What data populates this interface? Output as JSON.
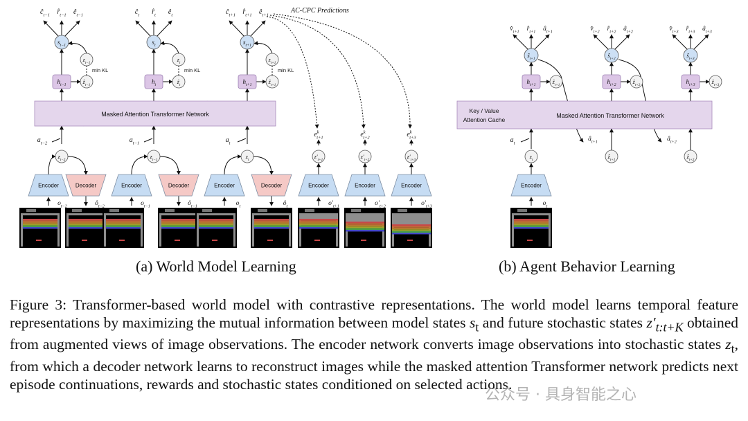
{
  "figure": {
    "annotation": "AC-CPC Predictions",
    "transformer_label": "Masked Attention Transformer Network",
    "cache_label": [
      "Key / Value",
      "Attention Cache"
    ],
    "encoder_label": "Encoder",
    "decoder_label": "Decoder",
    "min_kl_label": "min KL",
    "panel_a": {
      "steps": [
        {
          "outputs": [
            "ĉ",
            "r̂",
            "ê"
          ],
          "out_sub": [
            "t−1",
            "t−1",
            "t−1"
          ],
          "s": "s",
          "s_sub": "t−1",
          "h": "h",
          "h_sub": "t−1",
          "zhat_sub": "t−1",
          "z_sub": "t−1",
          "action": "a",
          "action_sub": "t−2",
          "zin_sub": "t−2",
          "obs_sub": "t−2",
          "recon_sub": "t−2"
        },
        {
          "outputs": [
            "ĉ",
            "r̂",
            "ê"
          ],
          "out_sub": [
            "t",
            "t",
            "t"
          ],
          "s": "s",
          "s_sub": "t",
          "h": "h",
          "h_sub": "t",
          "zhat_sub": "t",
          "z_sub": "t",
          "action": "a",
          "action_sub": "t−1",
          "zin_sub": "t−1",
          "obs_sub": "t−1",
          "recon_sub": "t−1"
        },
        {
          "outputs": [
            "ĉ",
            "r̂",
            "ê"
          ],
          "out_sub": [
            "t+1",
            "t+1",
            "t+1"
          ],
          "s": "s",
          "s_sub": "t+1",
          "h": "h",
          "h_sub": "t+1",
          "zhat_sub": "t+1",
          "z_sub": "t+1",
          "action": "a",
          "action_sub": "t",
          "zin_sub": "t",
          "obs_sub": "t",
          "recon_sub": "t"
        }
      ],
      "future": [
        {
          "e_sub": "t+1",
          "z_sub": "t+1",
          "o_sub": "t+1"
        },
        {
          "e_sub": "t+2",
          "z_sub": "t+2",
          "o_sub": "t+2"
        },
        {
          "e_sub": "t+3",
          "z_sub": "t+3",
          "o_sub": "t+3"
        }
      ]
    },
    "panel_b": {
      "steps": [
        {
          "outputs": [
            "v̂",
            "r̂",
            "â"
          ],
          "out_sub": [
            "t+1",
            "t+1",
            "t+1"
          ],
          "s_sub": "t+1",
          "h_sub": "t+1",
          "zhat_sub": "t+1"
        },
        {
          "outputs": [
            "v̂",
            "r̂",
            "â"
          ],
          "out_sub": [
            "t+2",
            "t+2",
            "t+2"
          ],
          "s_sub": "t+2",
          "h_sub": "t+2",
          "zhat_sub": "t+2"
        },
        {
          "outputs": [
            "v̂",
            "r̂",
            "â"
          ],
          "out_sub": [
            "t+3",
            "t+3",
            "t+3"
          ],
          "s_sub": "t+3",
          "h_sub": "t+3",
          "zhat_sub": "t+3"
        }
      ],
      "z_sub": "t",
      "action": "a",
      "action_sub": "t",
      "obs_sub": "t",
      "ahat_1": "t+1",
      "ahat_2": "t+2",
      "zhat_in_1": "t+1",
      "zhat_in_2": "t+2"
    },
    "subcaption_a": "(a) World Model Learning",
    "subcaption_b": "(b) Agent Behavior Learning"
  },
  "caption": {
    "label": "Figure 3:",
    "text_1": " Transformer-based world model with contrastive representations. The world model learns temporal feature representations by maximizing the mutual information between model states ",
    "s_t": "s",
    "s_t_sub": "t",
    "text_2": " and future stochastic states ",
    "z_prime": "z′",
    "z_prime_sub": "t:t+K",
    "text_3": " obtained from augmented views of image observations. The encoder network converts image observations into stochastic states ",
    "z_t": "z",
    "z_t_sub": "t",
    "text_4": ", from which a decoder network learns to reconstruct images while the masked attention Transformer network predicts next episode continuations, rewards and stochastic states conditioned on selected actions."
  },
  "watermark": "公众号 · 具身智能之心",
  "colors": {
    "transformer_fill": "#e4d6ec",
    "transformer_stroke": "#a98bbd",
    "h_fill": "#dcc6e6",
    "s_fill": "#cde0f5",
    "encoder_fill": "#c6dcf3",
    "decoder_fill": "#f5c9c6",
    "node_fill": "#f2f2f2"
  }
}
